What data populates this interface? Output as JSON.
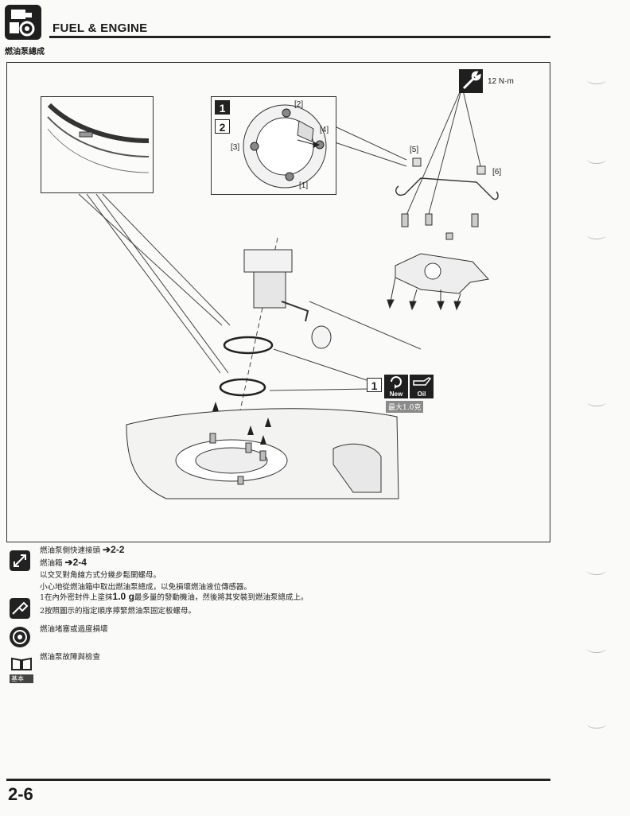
{
  "header": {
    "section_title": "FUEL & ENGINE",
    "subtitle": "燃油泵總成"
  },
  "diagram": {
    "torque_value": "12 N·m",
    "step_numbers": [
      "1",
      "2"
    ],
    "ref_labels": [
      "[1]",
      "[2]",
      "[3]",
      "[4]",
      "[5]",
      "[6]"
    ],
    "oring_step": "1",
    "new_badge": "New",
    "oil_badge": "Oil",
    "oil_callout": "最大1.0克"
  },
  "notes": [
    {
      "text": "燃油泵側快速接頭",
      "ref": "➔2-2"
    },
    {
      "text": "燃油箱",
      "ref": "➔2-4"
    },
    {
      "text": "以交叉對角線方式分幾步鬆開螺母。"
    },
    {
      "text": "小心地從燃油箱中取出燃油泵總成，以免損壞燃油液位傳感器。"
    },
    {
      "pre": "1在內外密封件上塗抹",
      "qty": "1.0 g",
      "post": "最多量的發動機油，然後將其安裝到燃油泵總成上。"
    },
    {
      "text": "2按照圖示的指定順序擰緊燃油泵固定板螺母。"
    },
    {
      "text": "燃油堵塞或過度損壞"
    },
    {
      "text": "燃油泵故障與檢查"
    }
  ],
  "basic_label": "基本",
  "page_number": "2-6",
  "colors": {
    "ink": "#1f1f1f",
    "callout_bg": "#8a8a8a"
  }
}
